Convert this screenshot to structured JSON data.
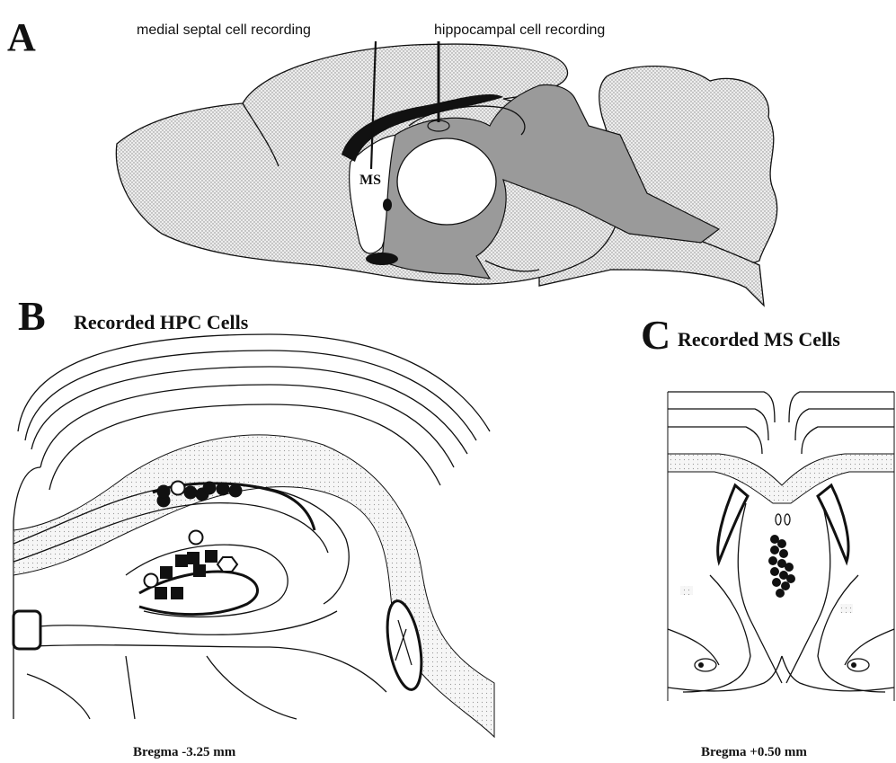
{
  "panelA": {
    "letter": "A",
    "probe_left_label": "medial  septal  cell  recording",
    "probe_right_label": "hippocampal  cell  recording",
    "ms_label": "MS"
  },
  "panelB": {
    "letter": "B",
    "title": "Recorded HPC Cells",
    "caption": "Bregma  -3.25  mm"
  },
  "panelC": {
    "letter": "C",
    "title": "Recorded MS Cells",
    "caption": "Bregma  +0.50  mm"
  },
  "colors": {
    "ink": "#111111",
    "stipple": "#d9d9d9",
    "ventricle": "#9a9a9a"
  }
}
